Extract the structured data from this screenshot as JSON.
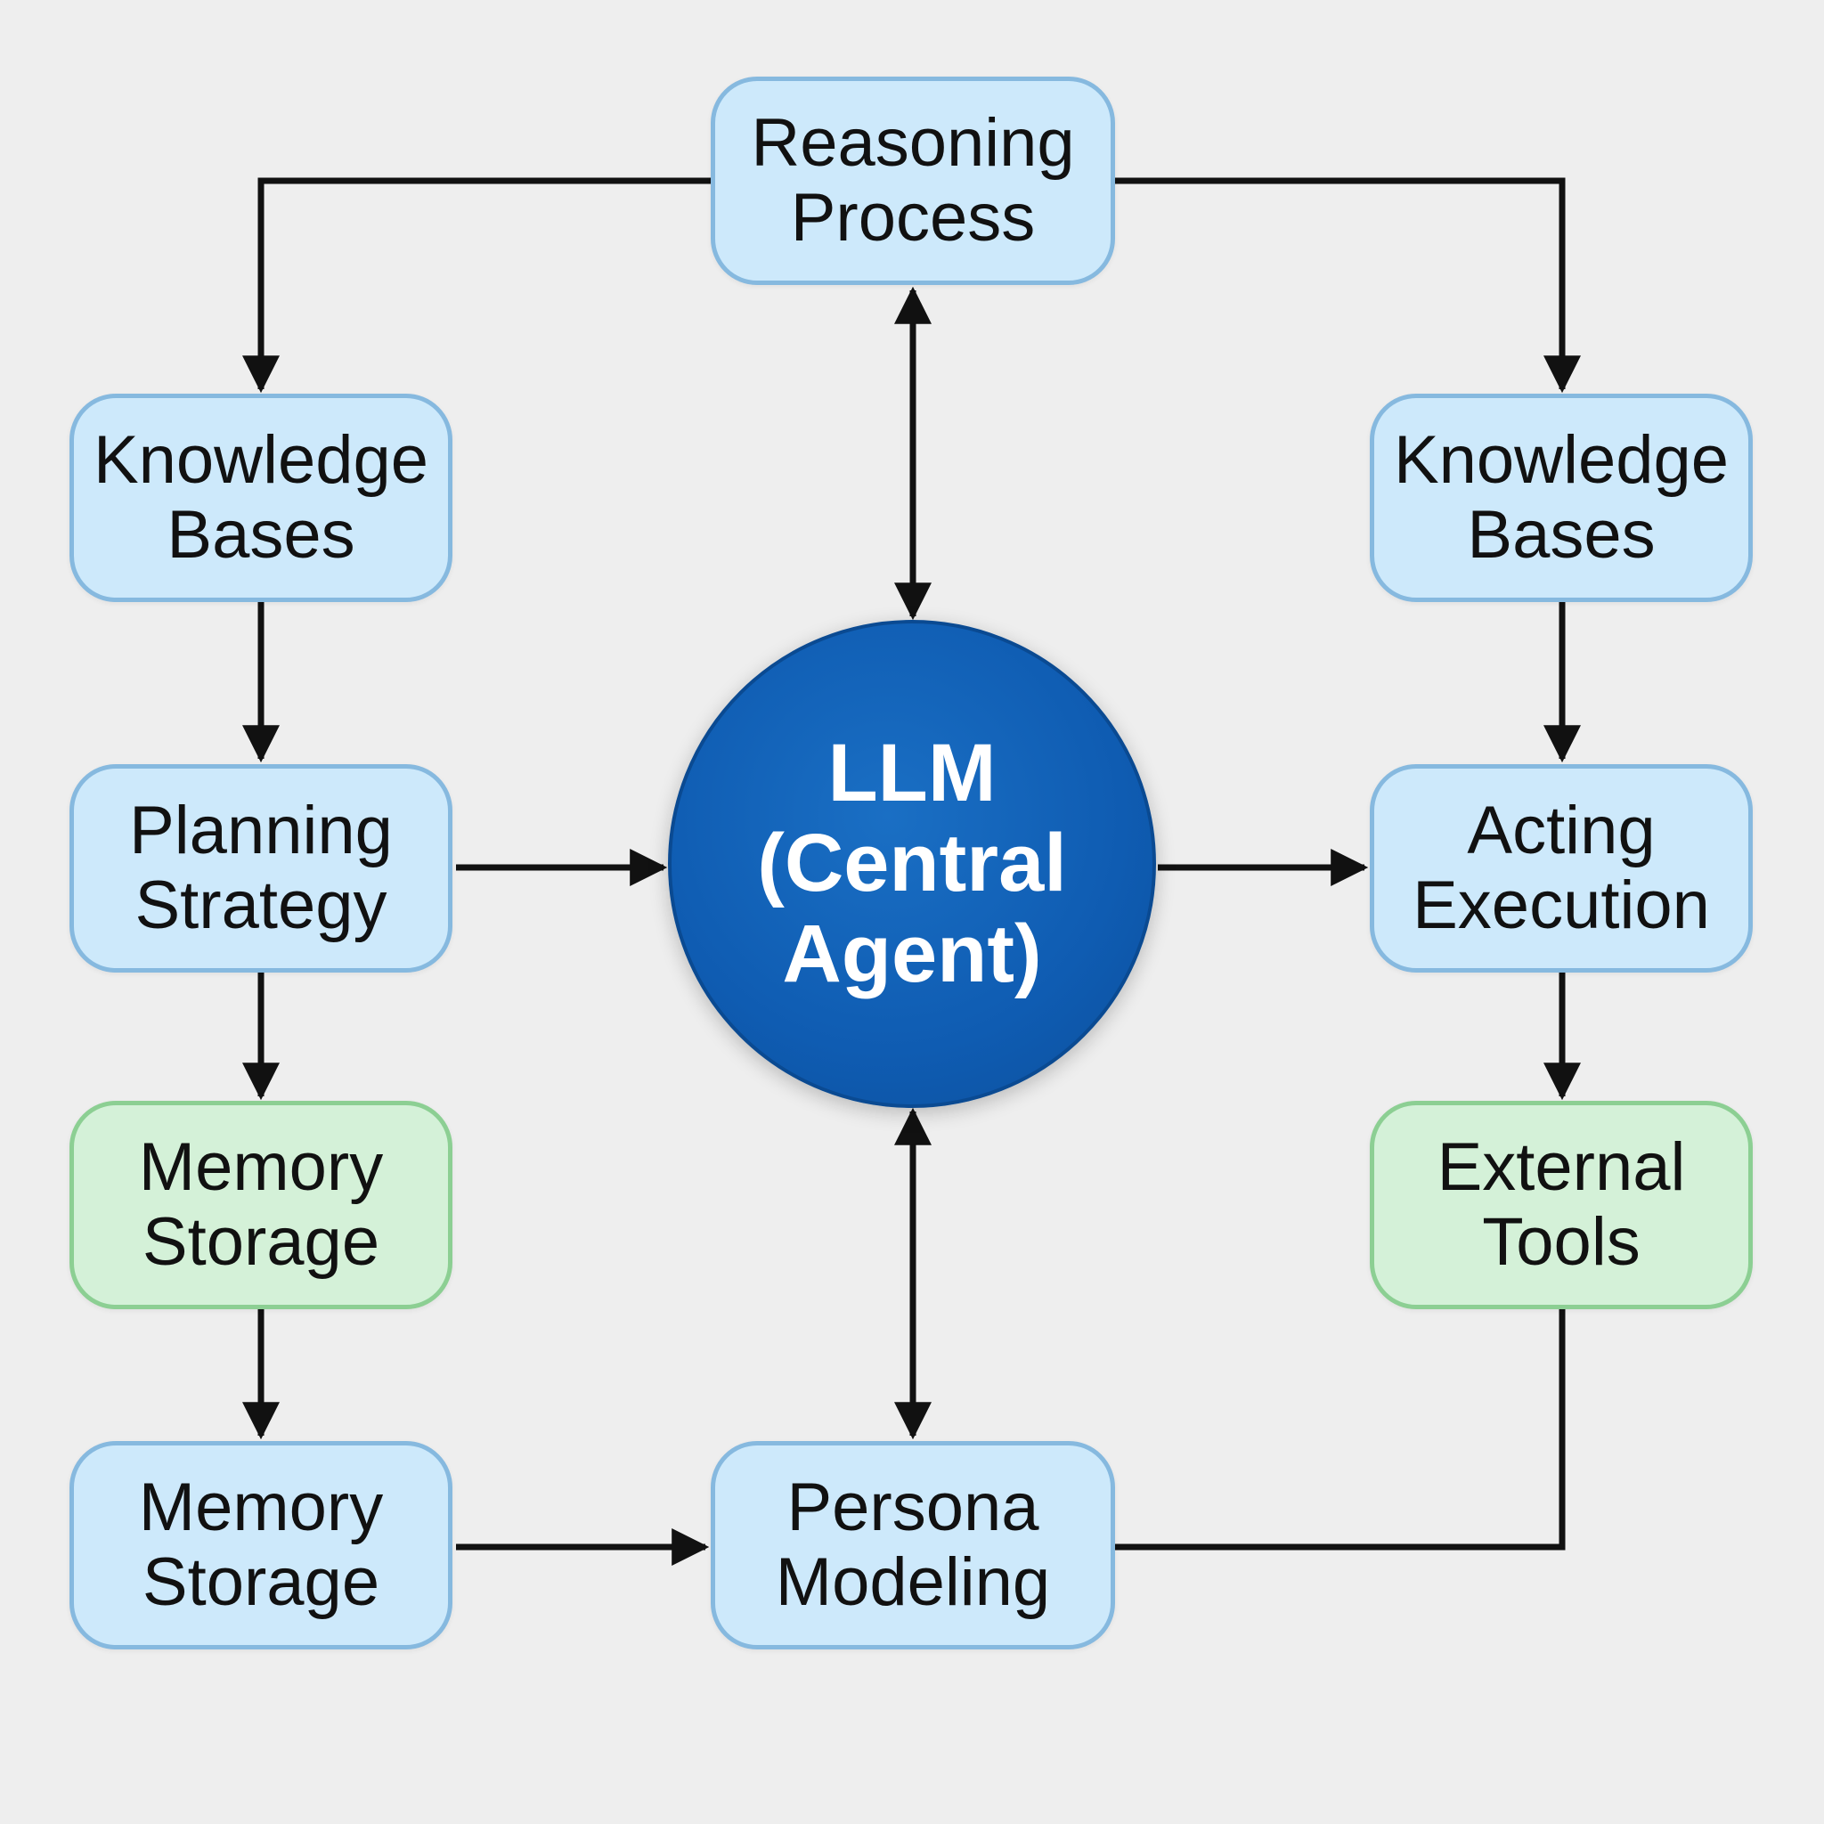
{
  "diagram": {
    "center": {
      "lines": [
        "LLM",
        "(Central",
        "Agent)"
      ],
      "color": "#0f5cb2"
    },
    "nodes": {
      "reasoning": {
        "lines": [
          "Reasoning",
          "Process"
        ],
        "color": "#cde9fb"
      },
      "kb_left": {
        "lines": [
          "Knowledge",
          "Bases"
        ],
        "color": "#cde9fb"
      },
      "kb_right": {
        "lines": [
          "Knowledge",
          "Bases"
        ],
        "color": "#cde9fb"
      },
      "planning": {
        "lines": [
          "Planning",
          "Strategy"
        ],
        "color": "#cde9fb"
      },
      "acting": {
        "lines": [
          "Acting",
          "Execution"
        ],
        "color": "#cde9fb"
      },
      "memory_upper": {
        "lines": [
          "Memory",
          "Storage"
        ],
        "color": "#d4f1d8"
      },
      "tools": {
        "lines": [
          "External",
          "Tools"
        ],
        "color": "#d4f1d8"
      },
      "memory_lower": {
        "lines": [
          "Memory",
          "Storage"
        ],
        "color": "#cde9fb"
      },
      "persona": {
        "lines": [
          "Persona",
          "Modeling"
        ],
        "color": "#cde9fb"
      }
    },
    "edges": [
      {
        "from": "reasoning",
        "to": "kb_left",
        "kind": "directed"
      },
      {
        "from": "reasoning",
        "to": "kb_right",
        "kind": "directed"
      },
      {
        "from": "reasoning",
        "to": "center",
        "kind": "bidirectional"
      },
      {
        "from": "kb_left",
        "to": "planning",
        "kind": "directed"
      },
      {
        "from": "kb_right",
        "to": "acting",
        "kind": "directed"
      },
      {
        "from": "planning",
        "to": "center",
        "kind": "directed"
      },
      {
        "from": "center",
        "to": "acting",
        "kind": "directed"
      },
      {
        "from": "planning",
        "to": "memory_upper",
        "kind": "directed"
      },
      {
        "from": "acting",
        "to": "tools",
        "kind": "directed"
      },
      {
        "from": "memory_upper",
        "to": "memory_lower",
        "kind": "directed"
      },
      {
        "from": "memory_lower",
        "to": "persona",
        "kind": "directed"
      },
      {
        "from": "persona",
        "to": "center",
        "kind": "bidirectional"
      },
      {
        "from": "tools",
        "to": "persona",
        "kind": "undirected"
      }
    ]
  }
}
